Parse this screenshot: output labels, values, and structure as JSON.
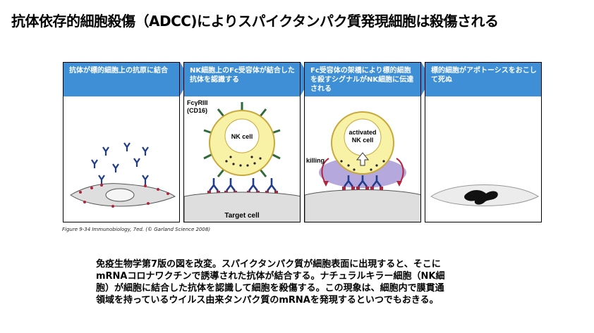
{
  "title": "抗体依存的細胞殺傷（ADCC)によりスパイクタンパク質発現細胞は殺傷される",
  "panels": [
    {
      "header": "抗体が標的細胞上の抗原に結合"
    },
    {
      "header": "NK細胞上のFc受容体が結合した抗体を認識する"
    },
    {
      "header": "Fc受容体の架橋により標的細胞を殺すシグナルがNK細胞に伝達される"
    },
    {
      "header": "標的細胞がアポトーシスをおこして死ぬ"
    }
  ],
  "labels": {
    "receptor": "FcγRIII",
    "receptor_sub": "(CD16)",
    "nk_cell": "NK cell",
    "activated_1": "activated",
    "activated_2": "NK cell",
    "killing": "killing",
    "target_cell": "Target cell"
  },
  "credit": "Figure 9-34  Immunobiology, 7ed. (© Garland Science 2008)",
  "caption": [
    "免疫生物学第7版の図を改変。スパイクタンパク質が細胞表面に出現すると、そこに",
    "mRNAコロナワクチンで誘導された抗体が結合する。ナチュラルキラー細胞（NK細",
    "胞）が細胞に結合した抗体を認識して細胞を殺傷する。この現象は、細胞内で膜貫通",
    "領域を持っているウイルス由来タンパク質のmRNAを発現するといつでもおきる。"
  ],
  "colors": {
    "header": "#3f8fd6",
    "antibody": "#1f3d8a",
    "antigen": "#b3243c",
    "nk_cell": "#f7f2a6",
    "nk_outline": "#c9a83a",
    "spike": "#2f6b3a",
    "cell_gray": "#dedede",
    "killing_glow": "#5a3fb3",
    "killing_arrow": "#b3243c"
  }
}
